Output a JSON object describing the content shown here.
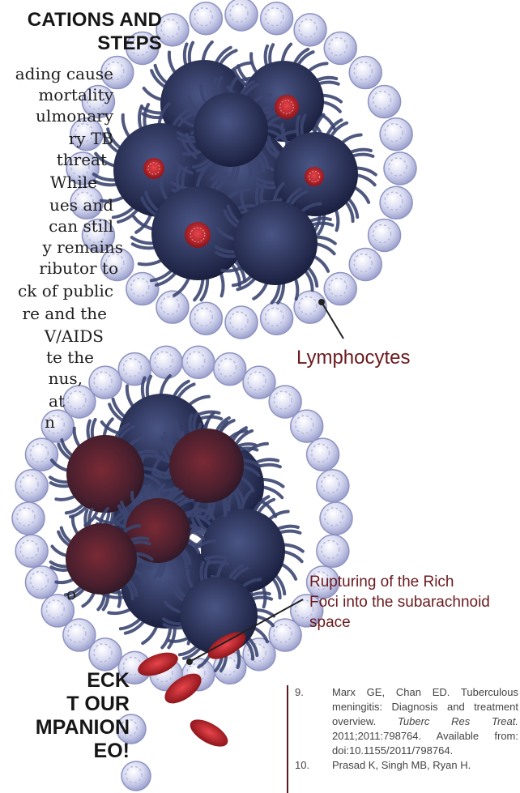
{
  "heading": {
    "line1": "CATIONS AND",
    "line2": "STEPS"
  },
  "body_lines": [
    "ading cause",
    "mortality",
    "ulmonary",
    "ry   TB",
    "threat",
    "While",
    "ues and",
    "can still",
    "y remains",
    "ributor   to",
    "ck of public",
    "re and the",
    "V/AIDS",
    "te the",
    "nus,",
    "at",
    "n",
    "o"
  ],
  "callout": {
    "line1": "ECK",
    "line2": "T OUR",
    "line3": "MPANION",
    "line4": "EO!"
  },
  "labels": {
    "lymphocytes": "Lymphocytes",
    "rupture_line1": "Rupturing of the Rich",
    "rupture_line2": "Foci into the subarachnoid",
    "rupture_line3": "space"
  },
  "references": [
    {
      "num": "9.",
      "text_before": "Marx GE, Chan ED. Tuberculous meningitis: Diagnosis and treatment overview.",
      "journal": "Tuberc Res Treat.",
      "text_after": "2011;2011:798764. Available from: doi:10.1155/2011/798764."
    },
    {
      "num": "10.",
      "text_before": "Prasad K, Singh MB, Ryan H.",
      "journal": "",
      "text_after": ""
    }
  ],
  "colors": {
    "label": "#6b1a1e",
    "heading": "#161616",
    "lymphocyte": "#c9cbe8",
    "cell": "#2c3357",
    "focus": "#c0262c"
  }
}
